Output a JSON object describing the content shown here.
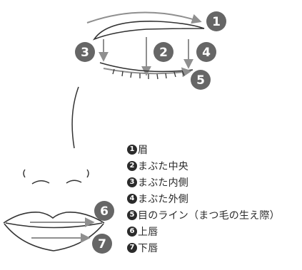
{
  "colors": {
    "stroke": "#333333",
    "arrow": "#8f8f8f",
    "marker": "#666666"
  },
  "markers": [
    {
      "id": "1",
      "label": "1"
    },
    {
      "id": "2",
      "label": "2"
    },
    {
      "id": "3",
      "label": "3"
    },
    {
      "id": "4",
      "label": "4"
    },
    {
      "id": "5",
      "label": "5"
    },
    {
      "id": "6",
      "label": "6"
    },
    {
      "id": "7",
      "label": "7"
    }
  ],
  "legend": [
    {
      "num": "1",
      "label": "眉"
    },
    {
      "num": "2",
      "label": "まぶた中央"
    },
    {
      "num": "3",
      "label": "まぶた内側"
    },
    {
      "num": "4",
      "label": "まぶた外側"
    },
    {
      "num": "5",
      "label": "目のライン（まつ毛の生え際）"
    },
    {
      "num": "6",
      "label": "上唇"
    },
    {
      "num": "7",
      "label": "下唇"
    }
  ]
}
